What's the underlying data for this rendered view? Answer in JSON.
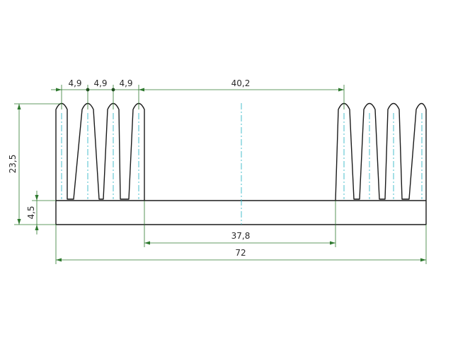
{
  "diagram": {
    "dimensions": {
      "fin_pitch_1": "4,9",
      "fin_pitch_2": "4,9",
      "fin_pitch_3": "4,9",
      "fin_gap_span": "40,2",
      "total_height": "23,5",
      "base_thickness": "4,5",
      "flat_base_width": "37,8",
      "overall_width": "72"
    },
    "colors": {
      "outline": "#1a1a1a",
      "dimension": "#2f7a2f",
      "centerline": "#35b9c9"
    }
  }
}
